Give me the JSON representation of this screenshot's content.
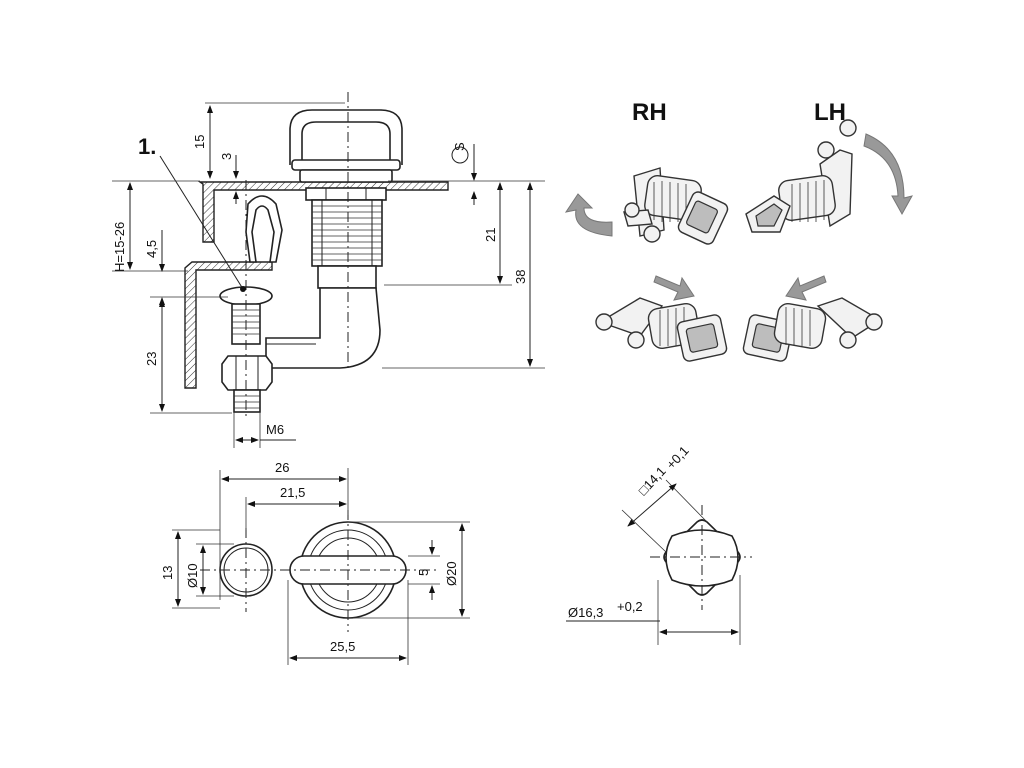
{
  "labels": {
    "rh": "RH",
    "lh": "LH",
    "item_marker": "1."
  },
  "dimensions": {
    "side": {
      "d15": "15",
      "d3": "3",
      "h_range": "H=15-26",
      "d4_5": "4,5",
      "d23": "23",
      "thread": "M6",
      "d21": "21",
      "d38": "38",
      "s_symbol": "S"
    },
    "top": {
      "d26": "26",
      "d21_5": "21,5",
      "d13": "13",
      "dia10": "Ø10",
      "d5": "5",
      "dia20": "Ø20",
      "d25_5": "25,5"
    },
    "square": {
      "square_size": "□14,1",
      "square_tol": "+0,1",
      "dia16_3": "Ø16,3",
      "dia_tol": "+0,2"
    }
  }
}
